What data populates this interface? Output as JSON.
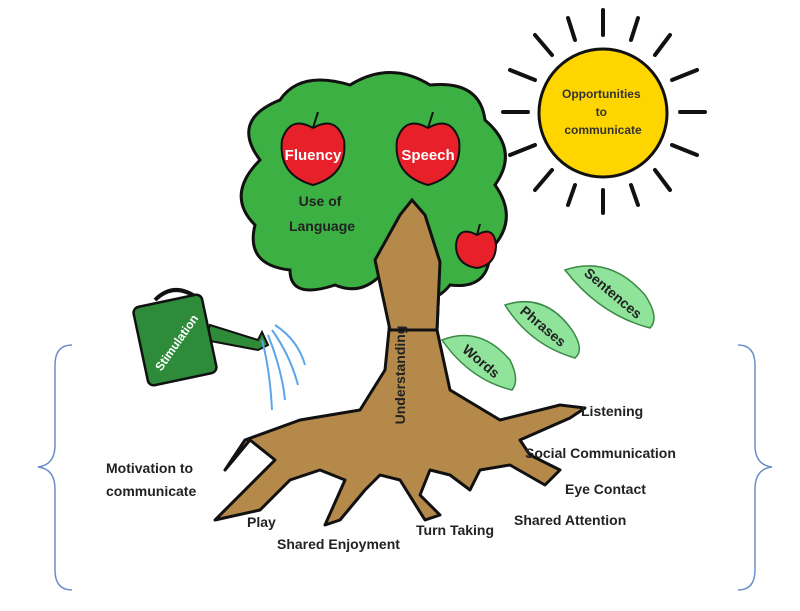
{
  "sun": {
    "label_lines": [
      "Opportunities",
      "to",
      "communicate"
    ]
  },
  "apples": [
    "Fluency",
    "Speech"
  ],
  "canopy_label_lines": [
    "Use of",
    "Language"
  ],
  "trunk_label": "Understanding",
  "watering_can_label": "Stimulation",
  "leaves": [
    "Words",
    "Phrases",
    "Sentences"
  ],
  "roots_left": {
    "motivation_lines": [
      "Motivation to",
      "communicate"
    ],
    "play": "Play",
    "shared_enjoyment": "Shared Enjoyment",
    "turn_taking": "Turn Taking"
  },
  "roots_right": {
    "listening": "Listening",
    "social": "Social Communication",
    "eye_contact": "Eye Contact",
    "shared_attention": "Shared Attention"
  },
  "colors": {
    "canopy": "#3cb043",
    "trunk": "#b5894a",
    "sun": "#ffd500",
    "apple": "#e8202a",
    "leaf": "#8fe39a",
    "can": "#2e8b3a",
    "brace": "#6a8fc8"
  }
}
